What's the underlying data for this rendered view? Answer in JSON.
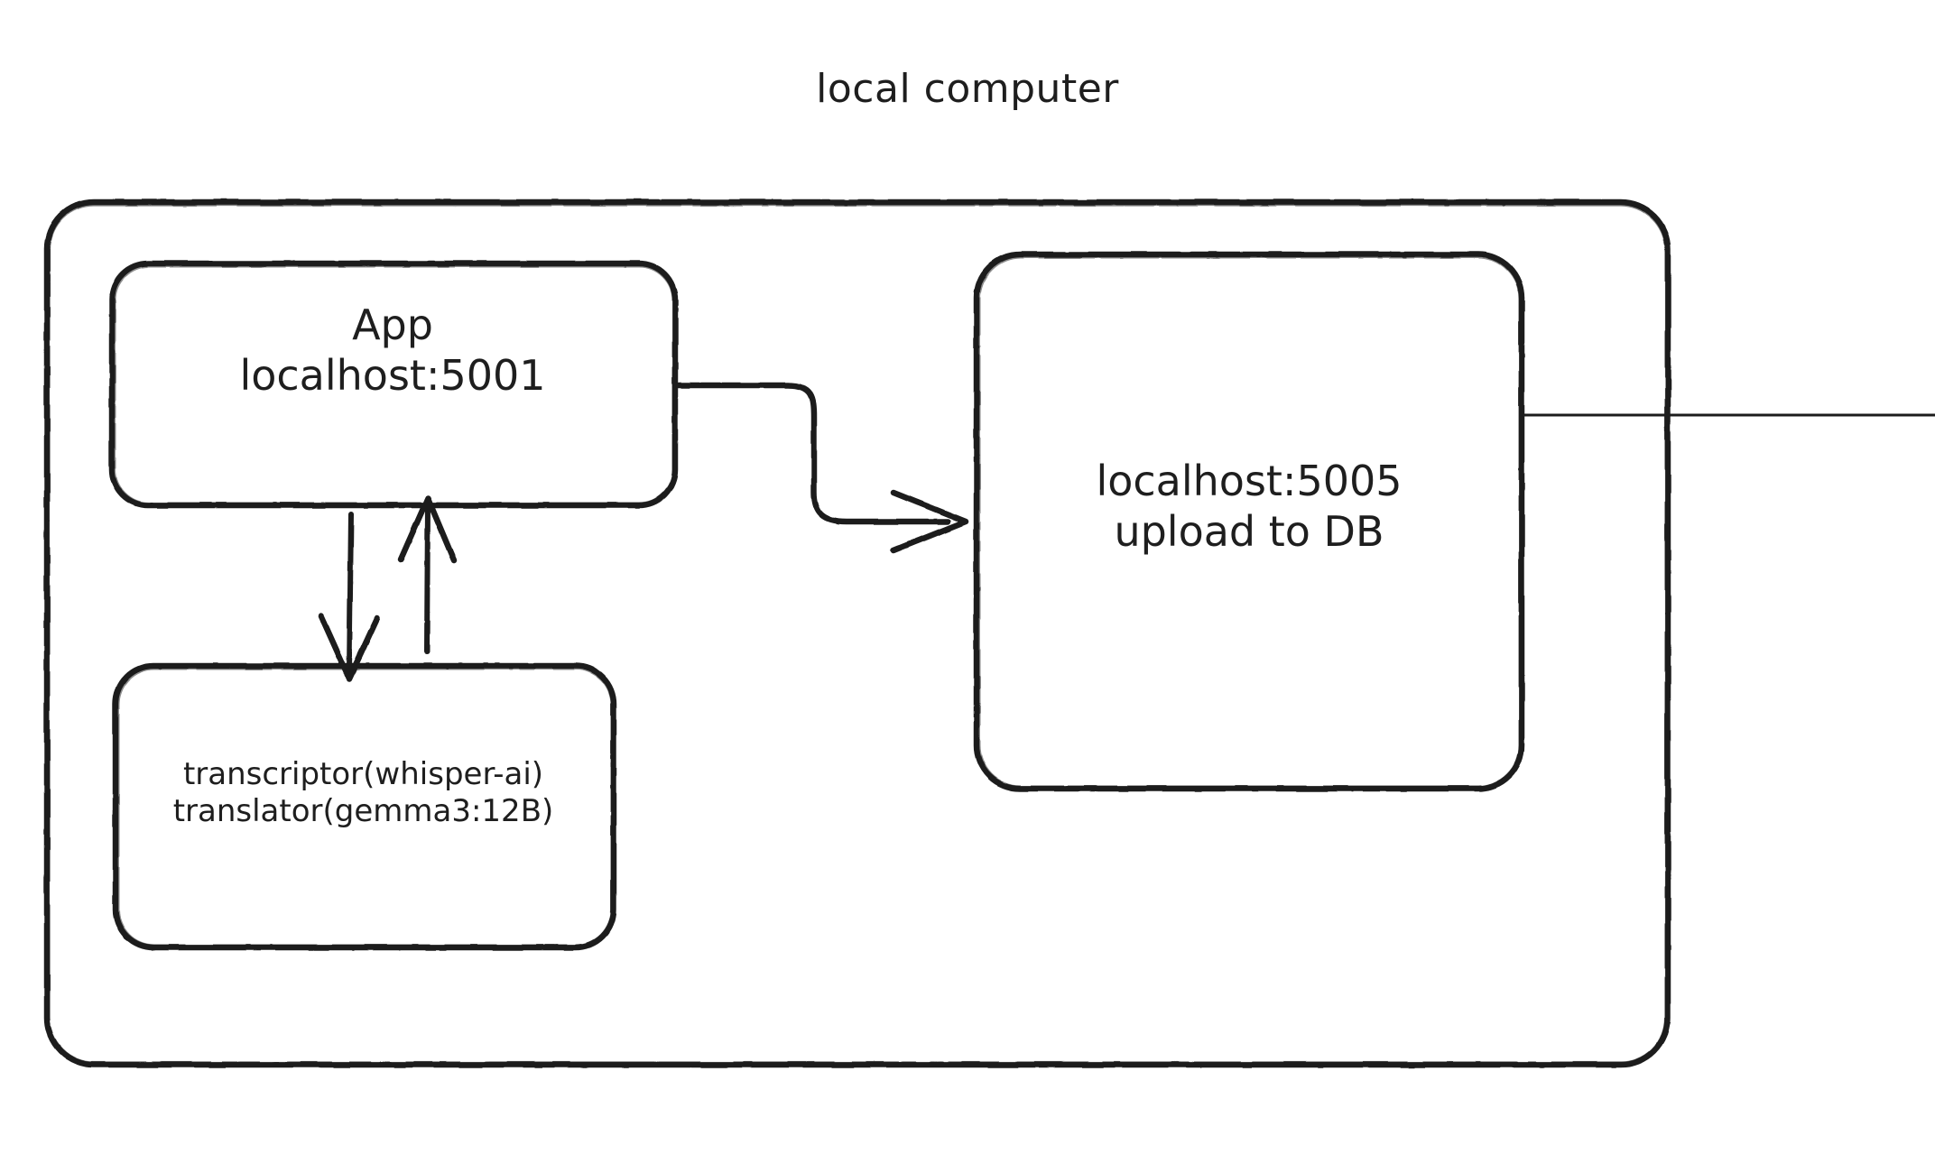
{
  "diagram": {
    "style": "hand-drawn-sketch",
    "stroke_color": "#1e1e1e",
    "background_color": "#ffffff",
    "title": "local computer",
    "nodes": [
      {
        "id": "local-computer",
        "label": "local computer",
        "kind": "container",
        "shape": "rounded-rectangle"
      },
      {
        "id": "app",
        "label": "App\nlocalhost:5001",
        "line1": "App",
        "line2": "localhost:5001",
        "kind": "service",
        "shape": "rounded-rectangle"
      },
      {
        "id": "models",
        "label": "transcriptor(whisper-ai)\ntranslator(gemma3:12B)",
        "line1": "transcriptor(whisper-ai)",
        "line2": "translator(gemma3:12B)",
        "kind": "service",
        "shape": "rounded-rectangle"
      },
      {
        "id": "db-uploader",
        "label": "localhost:5005\nupload to DB",
        "line1": "localhost:5005",
        "line2": "upload to DB",
        "kind": "service",
        "shape": "rounded-rectangle"
      }
    ],
    "edges": [
      {
        "id": "app-to-models",
        "from": "app",
        "to": "models",
        "direction": "down",
        "arrowhead": "end",
        "style": "straight"
      },
      {
        "id": "models-to-app",
        "from": "models",
        "to": "app",
        "direction": "up",
        "arrowhead": "end",
        "style": "straight"
      },
      {
        "id": "app-to-db",
        "from": "app",
        "to": "db-uploader",
        "direction": "right",
        "arrowhead": "end",
        "style": "s-curve"
      },
      {
        "id": "db-outbound",
        "from": "db-uploader",
        "to": "offscreen",
        "direction": "right",
        "arrowhead": "none",
        "style": "straight"
      }
    ]
  }
}
